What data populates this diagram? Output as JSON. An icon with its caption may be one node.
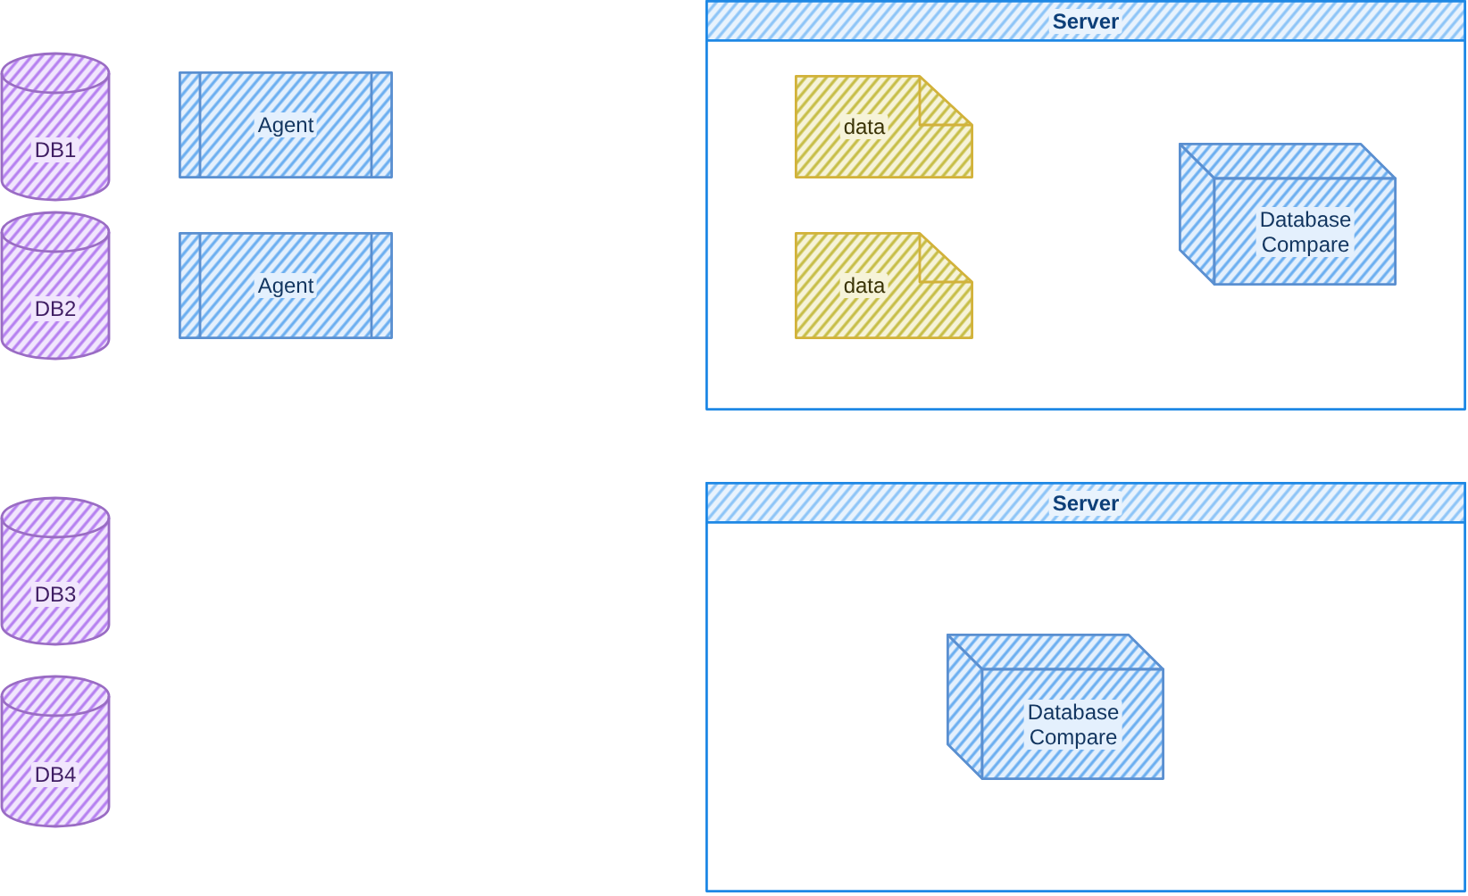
{
  "diagram": {
    "nodes": [
      {
        "text": [
          "DB1"
        ]
      },
      {
        "text": [
          "Agent"
        ]
      },
      {
        "text": [
          "DB2"
        ]
      },
      {
        "text": [
          "Agent"
        ]
      },
      {
        "text": [
          "DB3"
        ]
      },
      {
        "text": [
          "DB4"
        ]
      },
      {
        "text": [
          "Server"
        ]
      },
      {
        "text": [
          "data"
        ],
        "in": 6
      },
      {
        "text": [
          "data"
        ],
        "in": 6
      },
      {
        "text": [
          "Database Compare"
        ],
        "in": 6
      },
      {
        "text": [
          "Server"
        ]
      },
      {
        "text": [
          "Database Compare"
        ],
        "in": 10
      }
    ]
  }
}
